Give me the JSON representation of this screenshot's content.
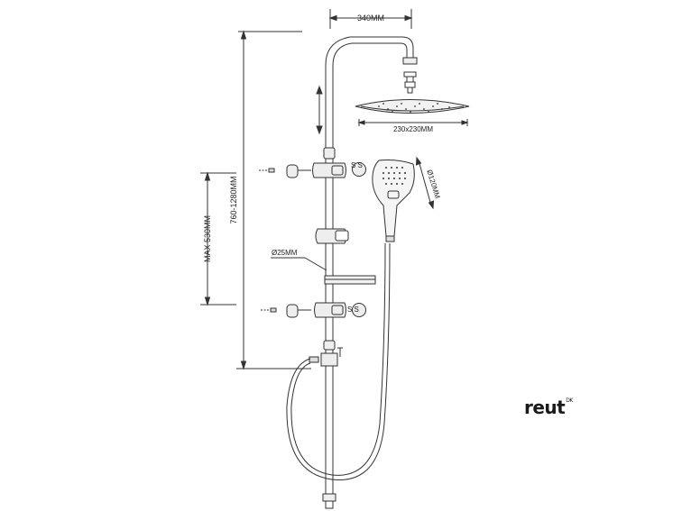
{
  "dimensions": {
    "width": "340MM",
    "head_size": "230x230MM",
    "handshower": "Ø120MM",
    "height": "760-1280MM",
    "slide": "MAX 530MM",
    "rail": "Ø25MM"
  },
  "logo": {
    "name": "reut",
    "mark": "DK"
  },
  "colors": {
    "line": "#333333",
    "fill": "#e6e6e6",
    "logo": "#1a1a1a"
  }
}
